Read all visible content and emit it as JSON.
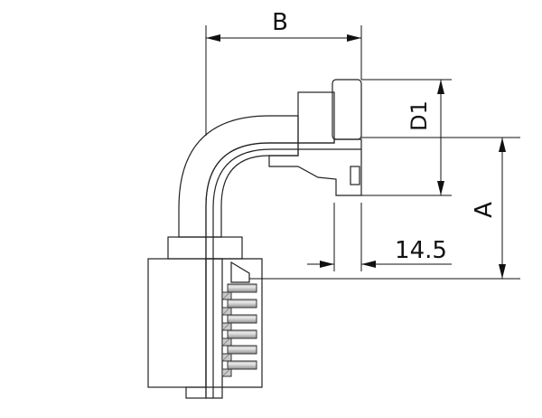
{
  "drawing": {
    "dimensions": {
      "b_label": "B",
      "d1_label": "D1",
      "a_label": "A",
      "offset_label": "14.5"
    }
  }
}
